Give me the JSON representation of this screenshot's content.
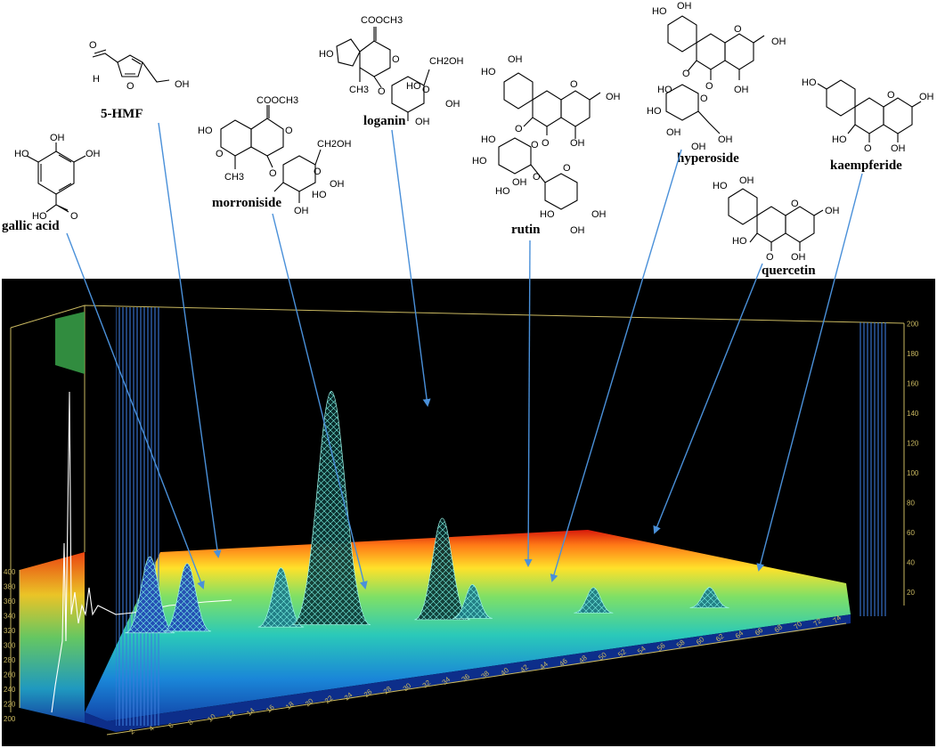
{
  "chart_data": {
    "type": "surface-3d",
    "title": "",
    "xlabel": "",
    "ylabel": "",
    "zlabel": "",
    "x_ticks": [
      2,
      4,
      6,
      8,
      10,
      12,
      14,
      16,
      18,
      20,
      22,
      24,
      26,
      28,
      30,
      32,
      34,
      36,
      38,
      40,
      42,
      44,
      46,
      48,
      50,
      52,
      54,
      56,
      58,
      60,
      62,
      64,
      66,
      68,
      70,
      72,
      74
    ],
    "y_ticks": [
      200,
      220,
      240,
      260,
      280,
      300,
      320,
      340,
      360,
      380,
      400
    ],
    "z_ticks": [
      20,
      40,
      60,
      80,
      100,
      120,
      140,
      160,
      180,
      200
    ],
    "peaks": [
      {
        "name": "gallic acid",
        "x": 4.5,
        "height": 45
      },
      {
        "name": "5-HMF",
        "x": 8.2,
        "height": 40
      },
      {
        "name": "morroniside",
        "x": 17.5,
        "height": 35
      },
      {
        "name": "loganin",
        "x": 22.5,
        "height": 138
      },
      {
        "name": "rutin",
        "x": 33.5,
        "height": 60
      },
      {
        "name": "hyperoside",
        "x": 36.5,
        "height": 20
      },
      {
        "name": "quercetin",
        "x": 48.5,
        "height": 15
      },
      {
        "name": "kaempferide",
        "x": 60.0,
        "height": 12
      }
    ]
  },
  "structures": {
    "gallic_acid": {
      "name": "gallic acid",
      "atoms": [
        "OH",
        "HO",
        "OH",
        "O",
        "HO"
      ]
    },
    "hmf": {
      "name": "5-HMF",
      "atoms": [
        "O",
        "H",
        "O",
        "OH"
      ]
    },
    "morroniside": {
      "name": "morroniside",
      "atoms": [
        "COOCH3",
        "HO",
        "O",
        "O",
        "CH3",
        "O",
        "O",
        "CH2OH",
        "HO",
        "OH",
        "OH"
      ]
    },
    "loganin": {
      "name": "loganin",
      "atoms": [
        "COOCH3",
        "HO",
        "O",
        "CH3",
        "O",
        "O",
        "CH2OH",
        "HO",
        "OH",
        "OH"
      ]
    },
    "rutin": {
      "name": "rutin",
      "atoms": [
        "HO",
        "OH",
        "O",
        "OH",
        "O",
        "O",
        "OH",
        "HO",
        "O",
        "HO",
        "OH",
        "O",
        "O",
        "HO",
        "HO",
        "OH",
        "OH"
      ]
    },
    "hyperoside": {
      "name": "hyperoside",
      "atoms": [
        "HO",
        "OH",
        "O",
        "OH",
        "O",
        "O",
        "OH",
        "HO",
        "O",
        "HO",
        "OH",
        "OH",
        "OH"
      ]
    },
    "kaempferide": {
      "name": "kaempferide",
      "atoms": [
        "HO",
        "O",
        "OH",
        "HO",
        "O",
        "OH"
      ]
    },
    "quercetin": {
      "name": "quercetin",
      "atoms": [
        "HO",
        "OH",
        "O",
        "OH",
        "HO",
        "O",
        "OH"
      ]
    }
  },
  "colors": {
    "arrow": "#4a90d9",
    "background": "#000000",
    "frame": "#c9b860"
  }
}
